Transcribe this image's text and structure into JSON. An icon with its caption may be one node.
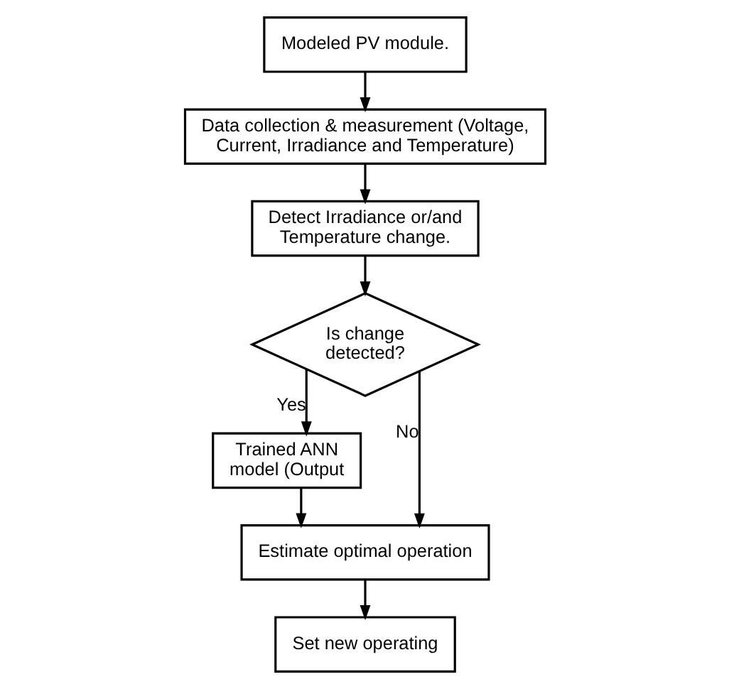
{
  "diagram": {
    "nodes": [
      {
        "text": [
          "Modeled PV module."
        ]
      },
      {
        "text": [
          "Data collection & measurement (Voltage, Current, Irradiance and Temperature)"
        ]
      },
      {
        "text": [
          "Detect Irradiance or/and Temperature change."
        ]
      },
      {
        "text": [
          "Is change detected?"
        ]
      },
      {
        "text": [
          "Trained ANN model (Output"
        ]
      },
      {
        "text": [
          "Estimate optimal operation"
        ]
      },
      {
        "text": [
          "Set new operating"
        ]
      }
    ],
    "edges": [
      {
        "from": 0,
        "to": 1,
        "arrow": "to"
      },
      {
        "from": 1,
        "to": 2,
        "arrow": "to"
      },
      {
        "from": 2,
        "to": 3,
        "arrow": "to"
      },
      {
        "from": 3,
        "to": 4,
        "arrow": "to",
        "label": "Yes"
      },
      {
        "from": 3,
        "to": 5,
        "arrow": "to",
        "label": "No"
      },
      {
        "from": 4,
        "to": 5,
        "arrow": "to"
      },
      {
        "from": 5,
        "to": 6,
        "arrow": "to"
      }
    ]
  }
}
